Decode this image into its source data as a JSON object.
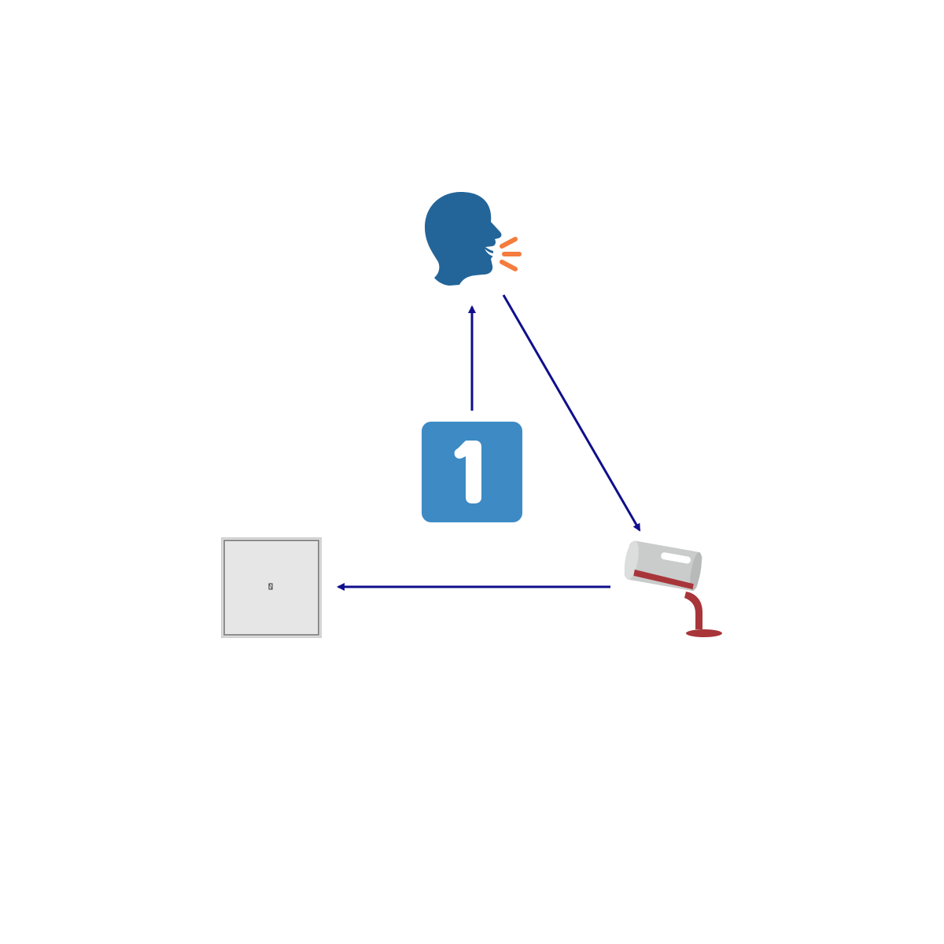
{
  "diagram": {
    "nodes": [
      {
        "id": "speaking-head",
        "icon": "speaking-head-icon",
        "colors": {
          "head": "#236599",
          "sound": "#F47C3C"
        }
      },
      {
        "id": "keycap-one",
        "icon": "keycap-digit-one-icon",
        "text": "1",
        "colors": {
          "fill": "#3D8AC4",
          "digit": "#FFFFFF"
        }
      },
      {
        "id": "spilled-glass",
        "icon": "pouring-glass-icon",
        "colors": {
          "glass": "#C9CCCB",
          "liquid": "#A8353A"
        }
      },
      {
        "id": "missing-image",
        "icon": "broken-image-icon",
        "colors": {
          "fill": "#E6E6E6",
          "border": "#8C8C8C"
        }
      }
    ],
    "edges": [
      {
        "from": "keycap-one",
        "to": "speaking-head"
      },
      {
        "from": "speaking-head",
        "to": "spilled-glass"
      },
      {
        "from": "spilled-glass",
        "to": "missing-image"
      }
    ],
    "arrow_color": "#0F0F8C"
  }
}
